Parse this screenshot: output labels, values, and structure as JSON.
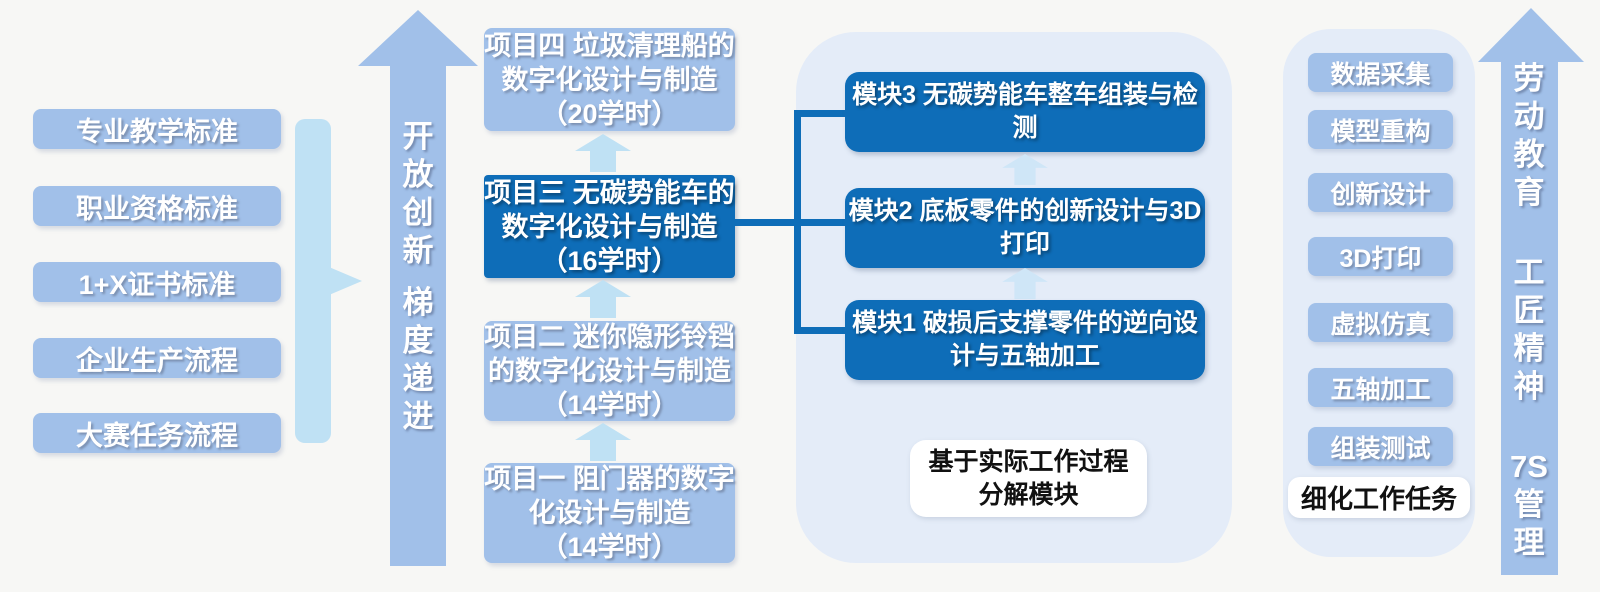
{
  "standards": {
    "items": [
      "专业教学标准",
      "职业资格标准",
      "1+X证书标准",
      "企业生产流程",
      "大赛任务流程"
    ]
  },
  "left_arrow": {
    "chars1": [
      "开",
      "放",
      "创",
      "新"
    ],
    "chars2": [
      "梯",
      "度",
      "递",
      "进"
    ]
  },
  "projects": {
    "p4": "项目四 垃圾清理船的\n数字化设计与制造\n（20学时）",
    "p3": "项目三 无碳势能车的\n数字化设计与制造\n（16学时）",
    "p2": "项目二 迷你隐形铃铛\n的数字化设计与制造\n（14学时）",
    "p1": "项目一 阻门器的数字\n化设计与制造\n（14学时）"
  },
  "modules": {
    "m3": "模块3 无碳势能车整车组装与检\n测",
    "m2": "模块2 底板零件的创新设计与3D\n打印",
    "m1": "模块1 破损后支撑零件的逆向设\n计与五轴加工",
    "caption": "基于实际工作过程\n分解模块"
  },
  "tasks": {
    "items": [
      "数据采集",
      "模型重构",
      "创新设计",
      "3D打印",
      "虚拟仿真",
      "五轴加工",
      "组装测试"
    ],
    "caption": "细化工作任务"
  },
  "right_arrow": {
    "chars1": [
      "劳",
      "动",
      "教",
      "育"
    ],
    "chars2": [
      "工",
      "匠",
      "精",
      "神"
    ],
    "chars3": [
      "7S",
      "管",
      "理"
    ]
  },
  "colors": {
    "periwinkle_box": "#a1c0e9",
    "light_arrow": "#bfe1f4",
    "dark_blue": "#0e6db8",
    "panel_blue": "#e4ecf8",
    "background": "#f7f7f5",
    "caption_bg": "#ffffff"
  }
}
